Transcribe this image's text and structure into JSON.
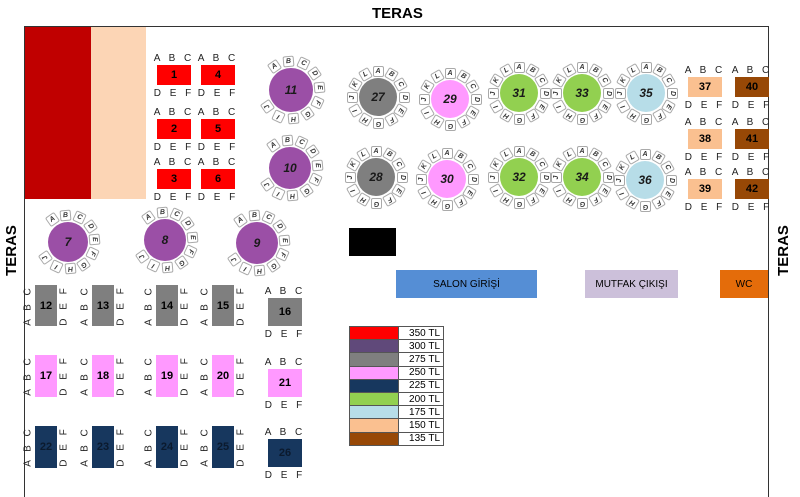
{
  "terrace_label": "TERAS",
  "areas": {
    "entrance": "SALON GİRİŞİ",
    "kitchen_exit": "MUTFAK ÇIKIŞI",
    "wc": "WC"
  },
  "area_colors": {
    "entrance": "#558ed5",
    "kitchen_exit": "#ccc0da",
    "wc": "#e46c0a",
    "stage": "#000000",
    "red_block": "#c00000",
    "peach_block": "#fcd5b5"
  },
  "legend": [
    {
      "color": "#ff0000",
      "label": "350 TL"
    },
    {
      "color": "#60497a",
      "label": "300 TL"
    },
    {
      "color": "#7f7f7f",
      "label": "275 TL"
    },
    {
      "color": "#ff99ff",
      "label": "250 TL"
    },
    {
      "color": "#17375e",
      "label": "225 TL"
    },
    {
      "color": "#92d050",
      "label": "200 TL"
    },
    {
      "color": "#b7dde8",
      "label": "175 TL"
    },
    {
      "color": "#fac090",
      "label": "150 TL"
    },
    {
      "color": "#974806",
      "label": "135 TL"
    }
  ],
  "round_color_purple": "#9b4fa6",
  "seats6": [
    "A",
    "B",
    "C",
    "D",
    "E",
    "F"
  ],
  "seats10": [
    "A",
    "B",
    "C",
    "D",
    "E",
    "F",
    "G",
    "H",
    "I",
    "J"
  ],
  "seats12": [
    "A",
    "B",
    "C",
    "D",
    "E",
    "F",
    "G",
    "H",
    "I",
    "J",
    "K",
    "L"
  ],
  "tables": [
    {
      "number": "1",
      "price": "350 TL"
    },
    {
      "number": "2",
      "price": "350 TL"
    },
    {
      "number": "3",
      "price": "350 TL"
    },
    {
      "number": "4",
      "price": "350 TL"
    },
    {
      "number": "5",
      "price": "350 TL"
    },
    {
      "number": "6",
      "price": "350 TL"
    },
    {
      "number": "7",
      "price": "300 TL"
    },
    {
      "number": "8",
      "price": "300 TL"
    },
    {
      "number": "9",
      "price": "300 TL"
    },
    {
      "number": "10",
      "price": "300 TL"
    },
    {
      "number": "11",
      "price": "300 TL"
    },
    {
      "number": "12",
      "price": "275 TL"
    },
    {
      "number": "13",
      "price": "275 TL"
    },
    {
      "number": "14",
      "price": "275 TL"
    },
    {
      "number": "15",
      "price": "275 TL"
    },
    {
      "number": "16",
      "price": "275 TL"
    },
    {
      "number": "17",
      "price": "250 TL"
    },
    {
      "number": "18",
      "price": "250 TL"
    },
    {
      "number": "19",
      "price": "250 TL"
    },
    {
      "number": "20",
      "price": "250 TL"
    },
    {
      "number": "21",
      "price": "250 TL"
    },
    {
      "number": "22",
      "price": "225 TL"
    },
    {
      "number": "23",
      "price": "225 TL"
    },
    {
      "number": "24",
      "price": "225 TL"
    },
    {
      "number": "25",
      "price": "225 TL"
    },
    {
      "number": "26",
      "price": "225 TL"
    },
    {
      "number": "27",
      "price": "275 TL"
    },
    {
      "number": "28",
      "price": "275 TL"
    },
    {
      "number": "29",
      "price": "250 TL"
    },
    {
      "number": "30",
      "price": "250 TL"
    },
    {
      "number": "31",
      "price": "200 TL"
    },
    {
      "number": "32",
      "price": "200 TL"
    },
    {
      "number": "33",
      "price": "200 TL"
    },
    {
      "number": "34",
      "price": "200 TL"
    },
    {
      "number": "35",
      "price": "175 TL"
    },
    {
      "number": "36",
      "price": "175 TL"
    },
    {
      "number": "37",
      "price": "150 TL"
    },
    {
      "number": "38",
      "price": "150 TL"
    },
    {
      "number": "39",
      "price": "150 TL"
    },
    {
      "number": "40",
      "price": "135 TL"
    },
    {
      "number": "41",
      "price": "135 TL"
    },
    {
      "number": "42",
      "price": "135 TL"
    }
  ]
}
